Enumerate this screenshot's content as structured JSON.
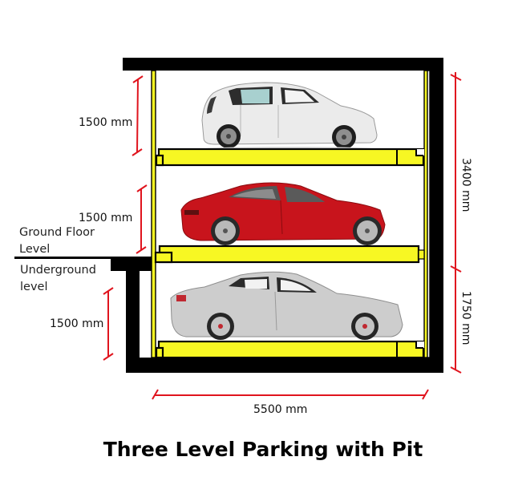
{
  "diagram": {
    "title": "Three Level Parking with Pit",
    "colors": {
      "structure": "#000000",
      "platform": "#f7f723",
      "dimension_line": "#e0141e",
      "background": "#ffffff"
    },
    "levels": [
      {
        "name": "top",
        "clearance_label": "1500 mm",
        "car": {
          "name": "silver hatchback (MPV)",
          "color": "#e8e8e8"
        }
      },
      {
        "name": "middle",
        "clearance_label": "1500 mm",
        "car": {
          "name": "red sedan",
          "color": "#c8141c"
        }
      },
      {
        "name": "pit",
        "clearance_label": "1500 mm",
        "car": {
          "name": "silver sedan",
          "color": "#c9c9c9"
        }
      }
    ],
    "ground_labels": {
      "above": [
        "Ground Floor",
        "Level"
      ],
      "below": [
        "Underground",
        "level"
      ]
    },
    "dimensions": {
      "height_above_ground": "3400 mm",
      "pit_depth": "1750 mm",
      "width": "5500 mm"
    }
  }
}
